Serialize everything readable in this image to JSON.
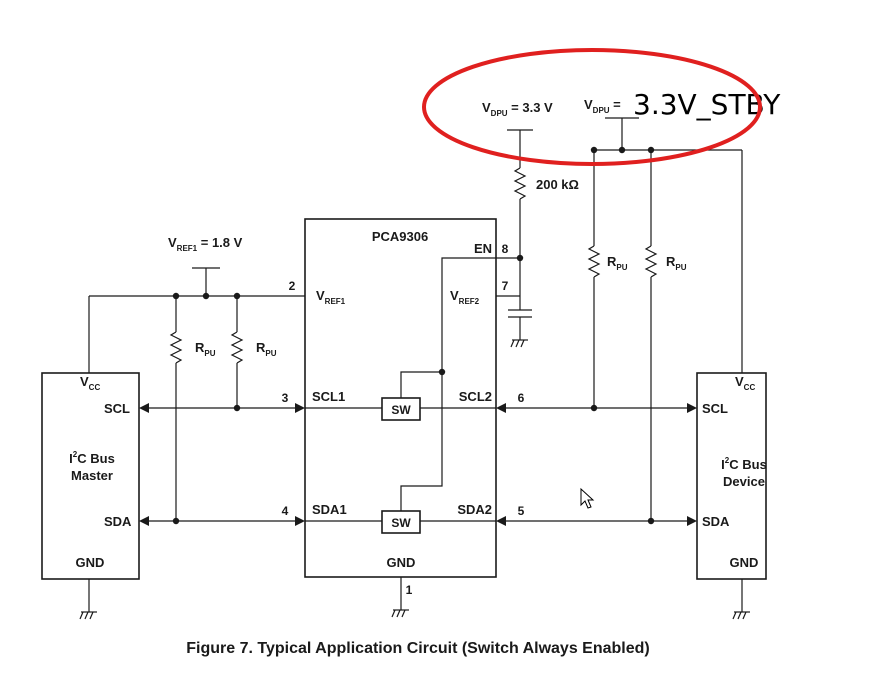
{
  "diagram": {
    "caption": "Figure 7.  Typical Application Circuit (Switch Always Enabled)",
    "chip": {
      "name": "PCA9306",
      "gnd": "GND",
      "en": "EN",
      "vref1_main": "V",
      "vref1_sub": "REF1",
      "vref2_main": "V",
      "vref2_sub": "REF2",
      "scl1": "SCL1",
      "sda1": "SDA1",
      "scl2": "SCL2",
      "sda2": "SDA2",
      "sw": "SW",
      "pins": {
        "p1": "1",
        "p2": "2",
        "p3": "3",
        "p4": "4",
        "p5": "5",
        "p6": "6",
        "p7": "7",
        "p8": "8"
      }
    },
    "master": {
      "line1": "C Bus",
      "i": "I",
      "sup": "2",
      "line2": "Master",
      "vcc_main": "V",
      "vcc_sub": "CC",
      "scl": "SCL",
      "sda": "SDA",
      "gnd": "GND"
    },
    "device": {
      "line1": "C Bus",
      "i": "I",
      "sup": "2",
      "line2": "Device",
      "vcc_main": "V",
      "vcc_sub": "CC",
      "scl": "SCL",
      "sda": "SDA",
      "gnd": "GND"
    },
    "vref1_label": {
      "main": "V",
      "sub": "REF1",
      "value": " = 1.8 V"
    },
    "vdpu_label": {
      "main": "V",
      "sub": "DPU",
      "value": " = 3.3 V"
    },
    "vdpu_label2": {
      "main": "V",
      "sub": "DPU",
      "value": " = "
    },
    "overlay_text": "3.3V_STBY",
    "resistor_200k": "200 kΩ",
    "rpu": {
      "main": "R",
      "sub": "PU"
    },
    "highlight_color": "#e0201f"
  }
}
